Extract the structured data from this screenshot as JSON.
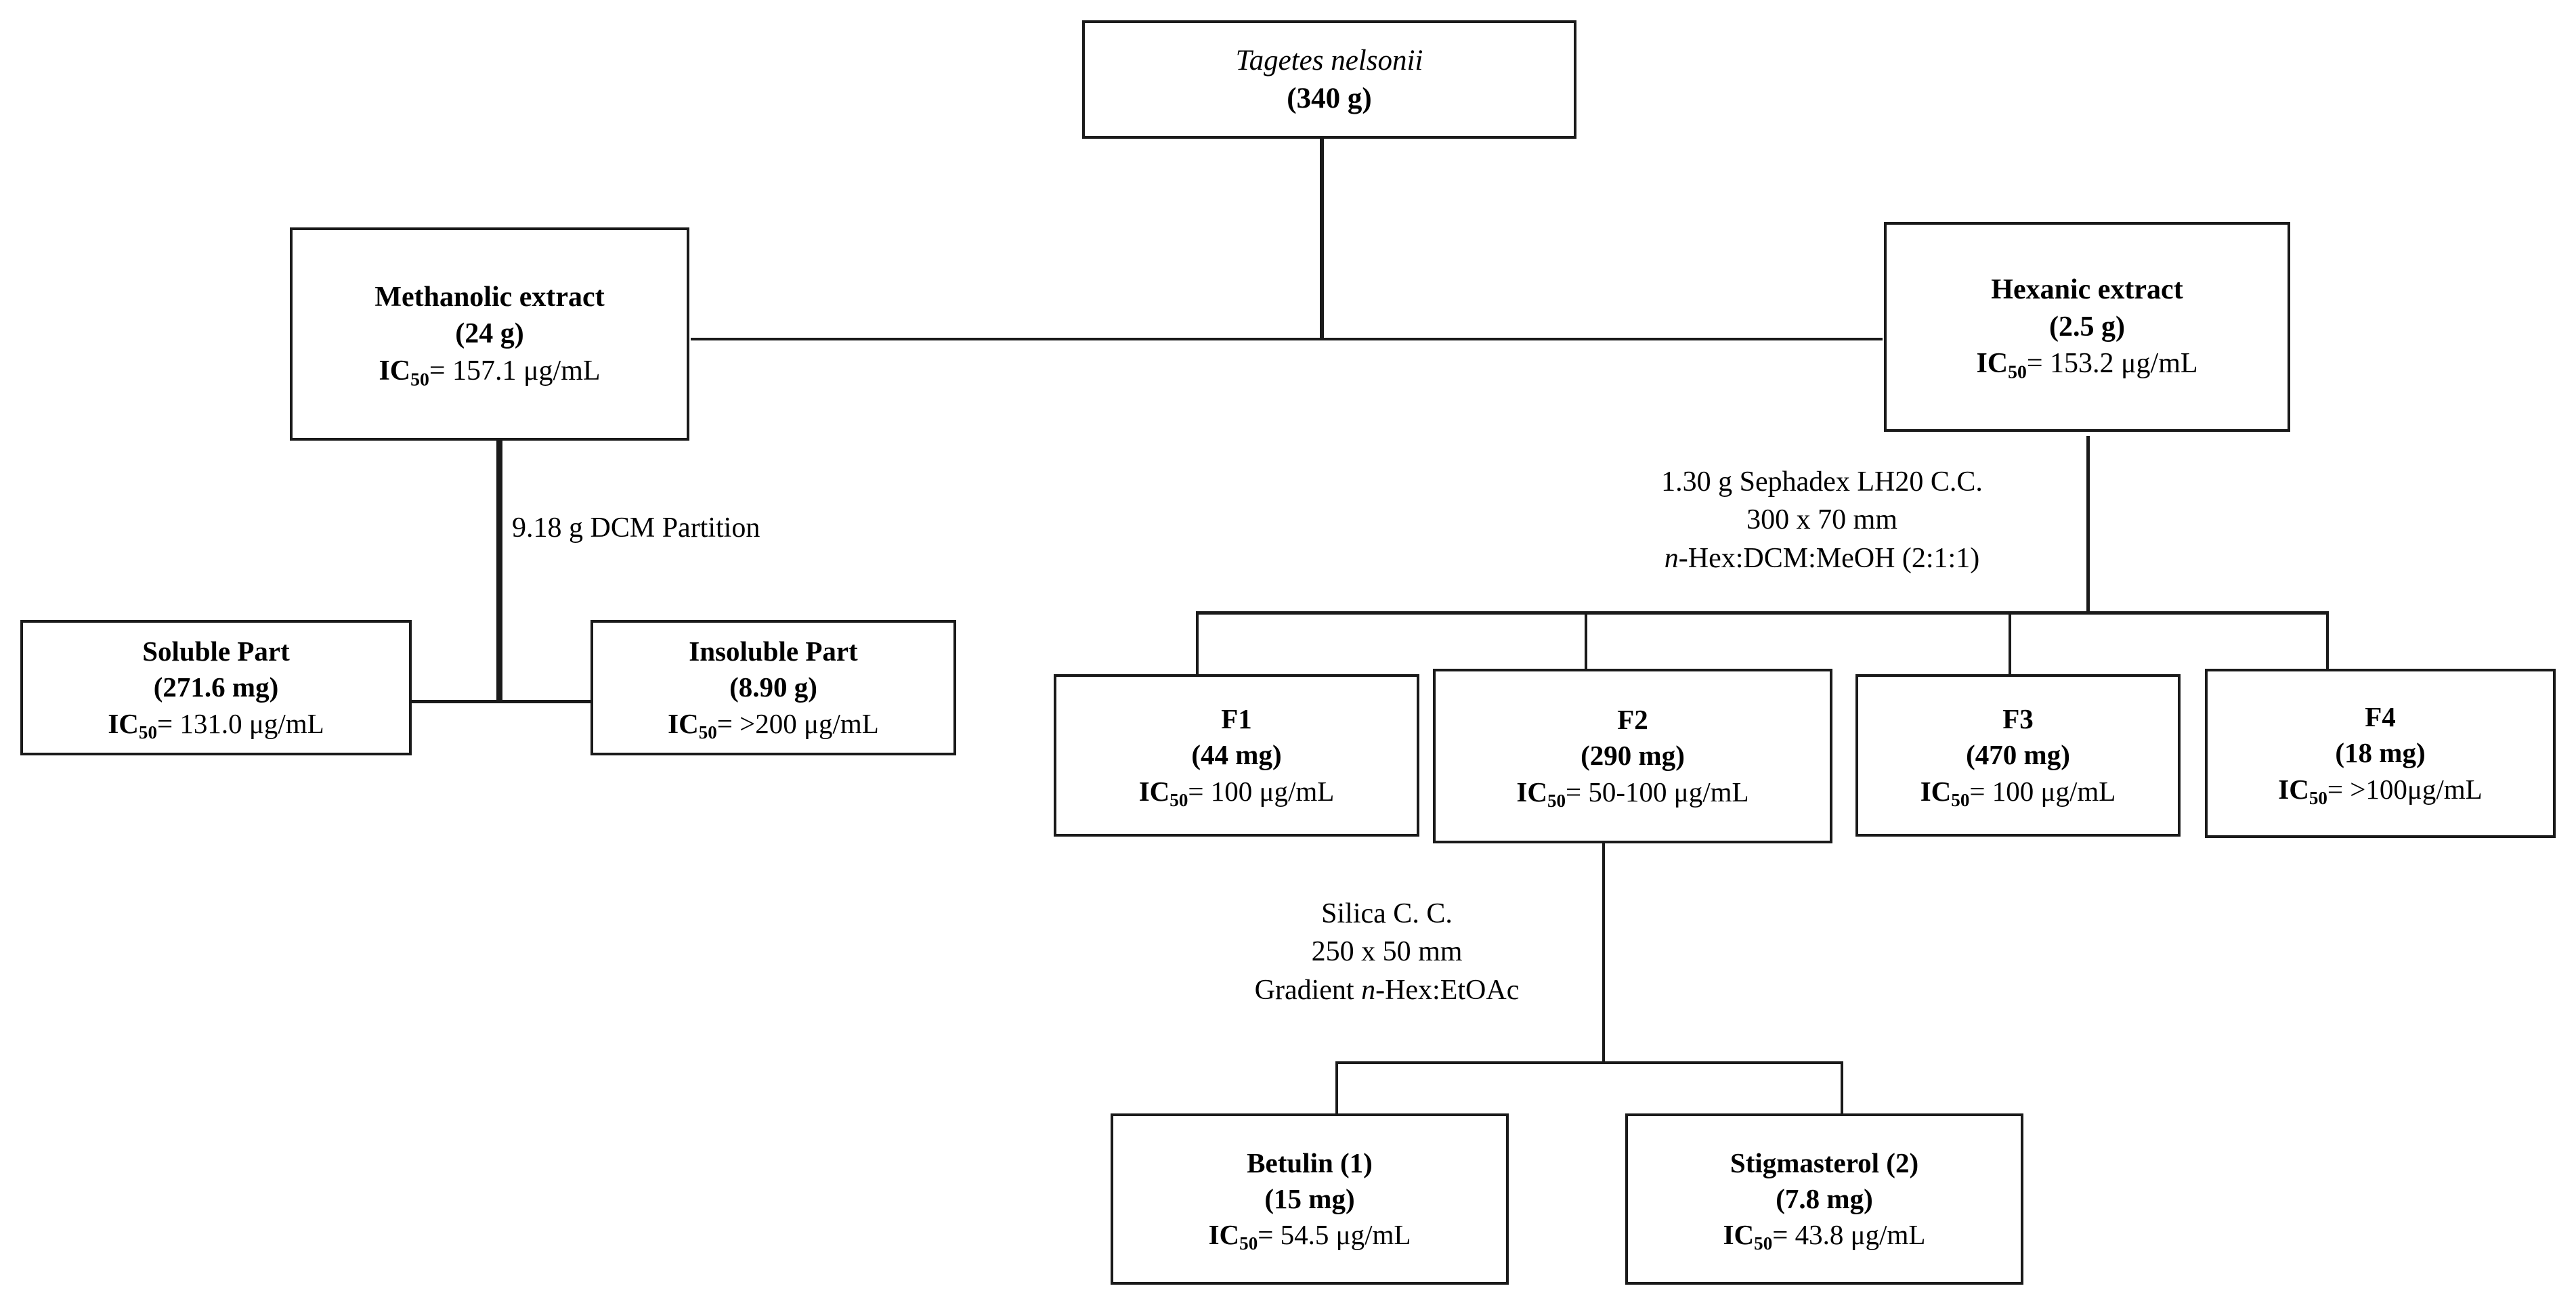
{
  "diagram": {
    "title_species": "Tagetes nelsonii",
    "nodes": {
      "plant": {
        "name": "Tagetes nelsonii",
        "amount": "(340 g)"
      },
      "methanolic": {
        "name": "Methanolic extract",
        "amount": "(24 g)",
        "ic50_prefix": "IC",
        "ic50_sub": "50",
        "ic50_value": "= 157.1 μg/mL"
      },
      "hexanic": {
        "name": "Hexanic extract",
        "amount": "(2.5 g)",
        "ic50_prefix": "IC",
        "ic50_sub": "50",
        "ic50_value": "= 153.2 μg/mL"
      },
      "soluble": {
        "name": "Soluble Part",
        "amount": "(271.6 mg)",
        "ic50_prefix": "IC",
        "ic50_sub": "50",
        "ic50_value": "= 131.0 μg/mL"
      },
      "insoluble": {
        "name": "Insoluble Part",
        "amount": "(8.90 g)",
        "ic50_prefix": "IC",
        "ic50_sub": "50",
        "ic50_value": "= >200 μg/mL"
      },
      "f1": {
        "name": "F1",
        "amount": "(44 mg)",
        "ic50_prefix": "IC",
        "ic50_sub": "50",
        "ic50_value": "= 100 μg/mL"
      },
      "f2": {
        "name": "F2",
        "amount": "(290 mg)",
        "ic50_prefix": "IC",
        "ic50_sub": "50",
        "ic50_value": "= 50-100 μg/mL"
      },
      "f3": {
        "name": "F3",
        "amount": "(470 mg)",
        "ic50_prefix": "IC",
        "ic50_sub": "50",
        "ic50_value": "= 100 μg/mL"
      },
      "f4": {
        "name": "F4",
        "amount": "(18 mg)",
        "ic50_prefix": "IC",
        "ic50_sub": "50",
        "ic50_value": "= >100μg/mL"
      },
      "betulin": {
        "name": "Betulin (1)",
        "amount": "(15 mg)",
        "ic50_prefix": "IC",
        "ic50_sub": "50",
        "ic50_value": "= 54.5 μg/mL"
      },
      "stigmasterol": {
        "name": "Stigmasterol (2)",
        "amount": "(7.8 mg)",
        "ic50_prefix": "IC",
        "ic50_sub": "50",
        "ic50_value": "= 43.8 μg/mL"
      }
    },
    "processes": {
      "dcm_partition": {
        "line1": "9.18 g  DCM Partition"
      },
      "sephadex": {
        "line1": "1.30 g  Sephadex LH20 C.C.",
        "line2": "300 x 70 mm",
        "line3_italic": "n",
        "line3_rest": "-Hex:DCM:MeOH  (2:1:1)"
      },
      "silica": {
        "line1": "Silica C. C.",
        "line2": "250 x 50 mm",
        "line3_pre": "Gradient ",
        "line3_italic": "n",
        "line3_rest": "-Hex:EtOAc"
      }
    },
    "colors": {
      "stroke": "#1a1a1a",
      "background": "#ffffff",
      "text": "#000000"
    }
  }
}
